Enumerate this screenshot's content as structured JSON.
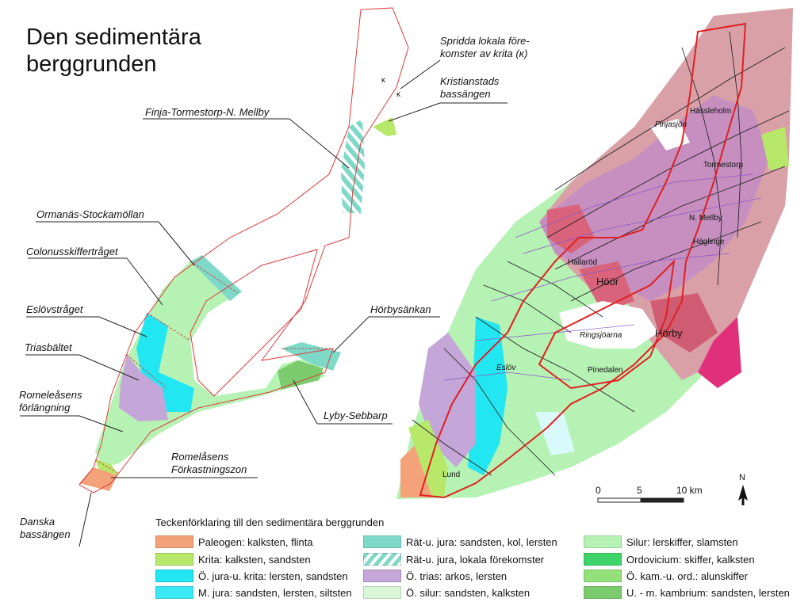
{
  "title": {
    "line1": "Den sedimentära",
    "line2": "berggrunden"
  },
  "left_labels": {
    "spridda": "Spridda lokala före-",
    "spridda2": "komster av krita (κ)",
    "kristianstad": "Kristianstads",
    "kristianstad2": "bassängen",
    "finja": "Finja-Tormestorp-N. Mellby",
    "ormanas": "Ormanäs-Stockamöllan",
    "colonus": "Colonusskiffertråget",
    "eslovstraget": "Eslövstråget",
    "trias": "Triasbältet",
    "romele": "Romeleåsens",
    "romele2": "förlängning",
    "horbysankan": "Hörbysänkan",
    "lyby": "Lyby-Sebbarp",
    "romelasens": "Romelåsens",
    "romelasens2": "Förkastningszon",
    "danska": "Danska",
    "danska2": "bassängen",
    "kappa1": "κ",
    "kappa2": "κ"
  },
  "map_places": {
    "hassleholm": "Hässleholm",
    "finjasjon": "Finjasjön",
    "tormestorp": "Tormestorp",
    "nmellby": "N. Mellby",
    "hagringe": "Häglinge",
    "hallarod": "Hallaröd",
    "hoor": "Höör",
    "ringsjoarna": "Ringsjöarna",
    "horby": "Hörby",
    "pinedalen": "Pinedalen",
    "eslov": "Eslöv",
    "lund": "Lund"
  },
  "scale": {
    "t0": "0",
    "t5": "5",
    "t10": "10 km",
    "north": "N"
  },
  "legend": {
    "title": "Teckenförklaring till den sedimentära berggrunden",
    "items": [
      {
        "label": "Paleogen: kalksten, flinta",
        "color": "#f4a27a"
      },
      {
        "label": "Krita: kalksten, sandsten",
        "color": "#b8e86a"
      },
      {
        "label": "Ö. jura-u. krita: lersten, sandsten",
        "color": "#22e6f2"
      },
      {
        "label": "M. jura: sandsten, lersten, siltsten",
        "color": "#3ae8f6"
      },
      {
        "label": "Rät-u. jura: sandsten, kol, lersten",
        "color": "#7fd9c8"
      },
      {
        "label": "Rät-u. jura, lokala förekomster",
        "color": "#7fd9c8"
      },
      {
        "label": "Ö. trias: arkos, lersten",
        "color": "#c4a6d8"
      },
      {
        "label": "Ö. silur: sandsten, kalksten",
        "color": "#daf6d8"
      },
      {
        "label": "Silur: lerskiffer, slamsten",
        "color": "#b6f2b4"
      },
      {
        "label": "Ordovicium: skiffer, kalksten",
        "color": "#3fd46a"
      },
      {
        "label": "Ö. kam.-u. ord.: alunskiffer",
        "color": "#94e07a"
      },
      {
        "label": "U. - m. kambrium: sandsten, lersten",
        "color": "#7ccb6e"
      }
    ]
  }
}
